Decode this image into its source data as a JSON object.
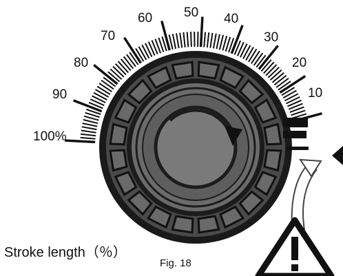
{
  "dial": {
    "scale_labels": [
      "100%",
      "90",
      "80",
      "70",
      "60",
      "50",
      "40",
      "30",
      "20",
      "10"
    ]
  },
  "caption": {
    "stroke_length": "Stroke length（％）",
    "figure": "Fig. 18"
  },
  "icons": [
    "stroke-dial-knob",
    "rotation-arrow-icon",
    "index-pointer-icon",
    "warning-icon"
  ],
  "colors": {
    "ink": "#111111",
    "knob": "#555555",
    "knob_center": "#7a7a7a",
    "background": "#ffffff"
  }
}
